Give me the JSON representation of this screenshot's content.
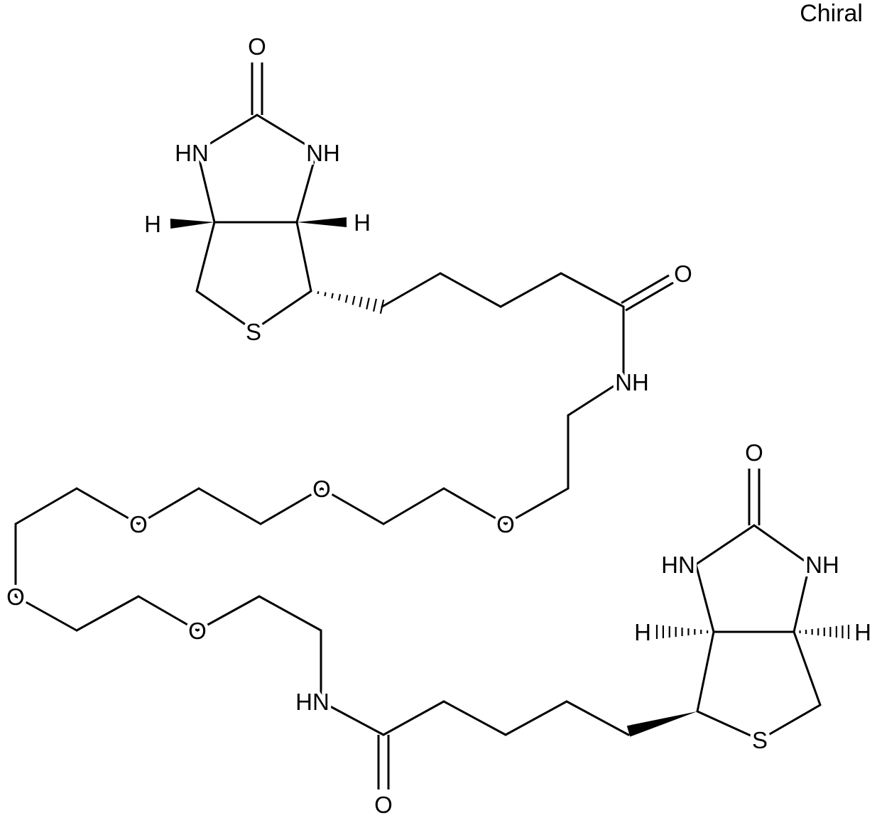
{
  "title": "Chiral",
  "atom_labels": [
    "O",
    "HN",
    "NH",
    "H",
    "H",
    "S",
    "O",
    "NH",
    "O",
    "O",
    "O",
    "O",
    "O",
    "HN",
    "O",
    "O",
    "HN",
    "NH",
    "H",
    "H",
    "S"
  ],
  "colors": {
    "bond": "#000000",
    "background": "#ffffff"
  }
}
